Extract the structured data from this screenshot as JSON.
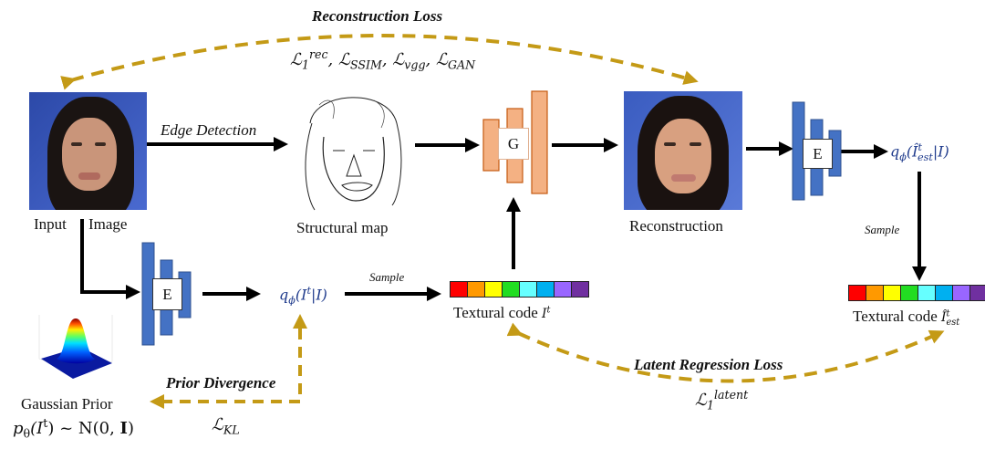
{
  "title_top": "Reconstruction Loss",
  "losses": {
    "reconstruction_formula": [
      "ℒ",
      "1",
      "rec",
      ", ℒ",
      "SSIM",
      ", ℒ",
      "vgg",
      ", ℒ",
      "GAN"
    ],
    "latent_label": "Latent Regression Loss",
    "latent_formula": [
      "ℒ",
      "1",
      "latent"
    ],
    "prior_label": "Prior Divergence",
    "kl_formula": [
      "ℒ",
      "KL"
    ]
  },
  "nodes": {
    "input_image": {
      "label_left": "Input",
      "label_right": "Image"
    },
    "edge_detection": "Edge Detection",
    "structural_map": "Structural map",
    "generator": "G",
    "reconstruction": "Reconstruction",
    "encoder_bottom": "E",
    "encoder_right": "E",
    "q_bottom": [
      "q",
      "ϕ",
      "(I",
      "t",
      "|I)"
    ],
    "q_right": [
      "q",
      "ϕ",
      "(Î",
      "t",
      "est",
      "|I)"
    ],
    "sample_bottom": "Sample",
    "sample_right": "Sample",
    "textural_code_bottom": {
      "label": "Textural code",
      "symbol": [
        "I",
        "t"
      ]
    },
    "textural_code_right": {
      "label": "Textural code",
      "symbol": [
        "Î",
        "t",
        "est"
      ]
    },
    "gaussian_prior": {
      "label": "Gaussian Prior",
      "formula": [
        "p",
        "θ",
        "(I",
        "t",
        ") ~ N(0, ",
        "I",
        ")"
      ]
    }
  },
  "colors": {
    "dashed_loss": "#c49a16",
    "encoder_blue": "#4472c4",
    "generator_orange": "#f4b183",
    "generator_border": "#c55a11",
    "code_cells": [
      "#ff0000",
      "#ff9900",
      "#ffff00",
      "#22dd22",
      "#66ffff",
      "#00b0f0",
      "#9966ff",
      "#7030a0"
    ]
  }
}
